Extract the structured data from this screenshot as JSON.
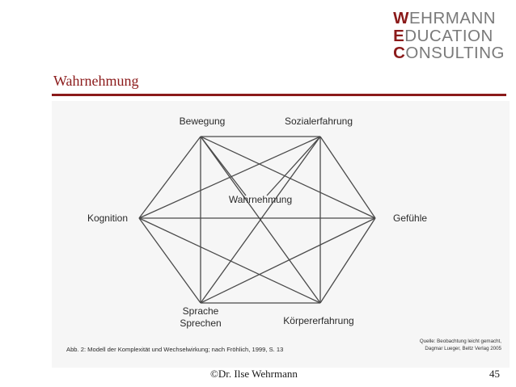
{
  "logo": {
    "lines": [
      {
        "cap": "W",
        "rest": "EHRMANN"
      },
      {
        "cap": "E",
        "rest": "DUCATION"
      },
      {
        "cap": "C",
        "rest": "ONSULTING"
      }
    ]
  },
  "slide": {
    "title": "Wahrnehmung"
  },
  "diagram": {
    "center_label": "Wahrnehmung",
    "nodes": [
      {
        "id": "bewegung",
        "lines": [
          "Bewegung"
        ]
      },
      {
        "id": "sozialerfahrung",
        "lines": [
          "Sozialerfahrung"
        ]
      },
      {
        "id": "gefuehle",
        "lines": [
          "Gefühle"
        ]
      },
      {
        "id": "koerpererfahrung",
        "lines": [
          "Körpererfahrung"
        ]
      },
      {
        "id": "sprache",
        "lines": [
          "Sprache",
          "Sprechen"
        ]
      },
      {
        "id": "kognition",
        "lines": [
          "Kognition"
        ]
      }
    ],
    "caption": "Abb. 2:  Modell der Komplexität und Wechselwirkung; nach Fröhlich, 1999, S. 13"
  },
  "source": {
    "line1": "Quelle: Beobachtung leicht gemacht,",
    "line2": "Dagmar Lueger, Beltz Verlag 2005"
  },
  "footer": {
    "text": "©Dr. Ilse Wehrmann",
    "page_number": "45"
  }
}
